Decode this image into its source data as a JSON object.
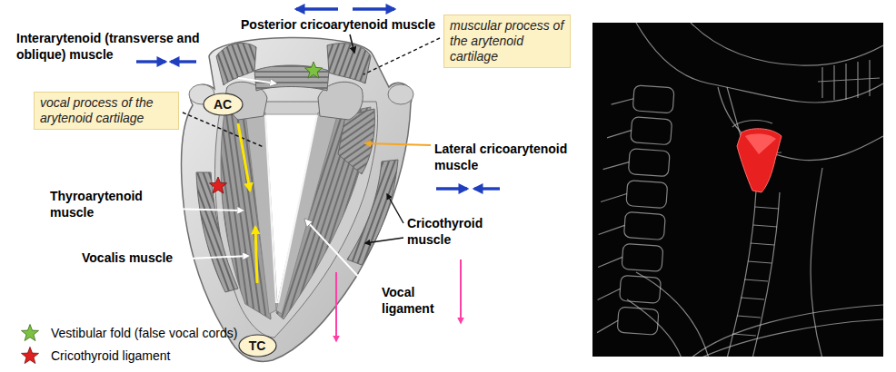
{
  "diagram": {
    "nodes": [
      {
        "text": [
          "muscular process of the arytenoid cartilage"
        ]
      },
      {
        "text": [
          "vocal process of the arytenoid cartilage"
        ]
      },
      {
        "text": [
          "AC"
        ]
      },
      {
        "text": [
          "TC"
        ]
      }
    ],
    "labels": [
      "Posterior cricoarytenoid muscle",
      "Interarytenoid (transverse and oblique) muscle",
      "Lateral cricoarytenoid muscle",
      "Thyroarytenoid muscle",
      "Cricothyroid muscle",
      "Vocalis muscle",
      "Vocal ligament"
    ],
    "legend": [
      {
        "text": "Vestibular fold (false vocal cords)"
      },
      {
        "text": "Cricothyroid ligament"
      }
    ]
  }
}
